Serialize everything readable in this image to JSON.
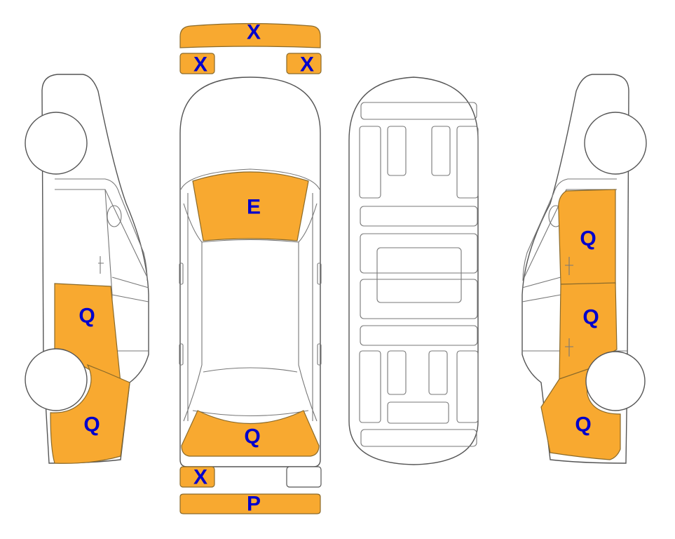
{
  "colors": {
    "damage_fill": "#F8A930",
    "damage_stroke": "#8A6A2A",
    "label": "#0000CC",
    "outline": "#555555"
  },
  "panels": {
    "front_bumper": {
      "mark": "X",
      "damaged": true
    },
    "front_left_corner": {
      "mark": "X",
      "damaged": true
    },
    "front_right_corner": {
      "mark": "X",
      "damaged": true
    },
    "rear_left_corner": {
      "mark": "X",
      "damaged": true
    },
    "rear_right_corner": {
      "mark": "",
      "damaged": false
    },
    "rear_bumper": {
      "mark": "P",
      "damaged": true
    },
    "rear_windshield": {
      "mark": "E",
      "damaged": true
    },
    "trunk_lid": {
      "mark": "Q",
      "damaged": true
    },
    "left_rear_door": {
      "mark": "Q",
      "damaged": true
    },
    "left_rear_quarter": {
      "mark": "Q",
      "damaged": true
    },
    "right_front_door": {
      "mark": "Q",
      "damaged": true
    },
    "right_rear_door": {
      "mark": "Q",
      "damaged": true
    },
    "right_rear_quarter": {
      "mark": "Q",
      "damaged": true
    }
  }
}
